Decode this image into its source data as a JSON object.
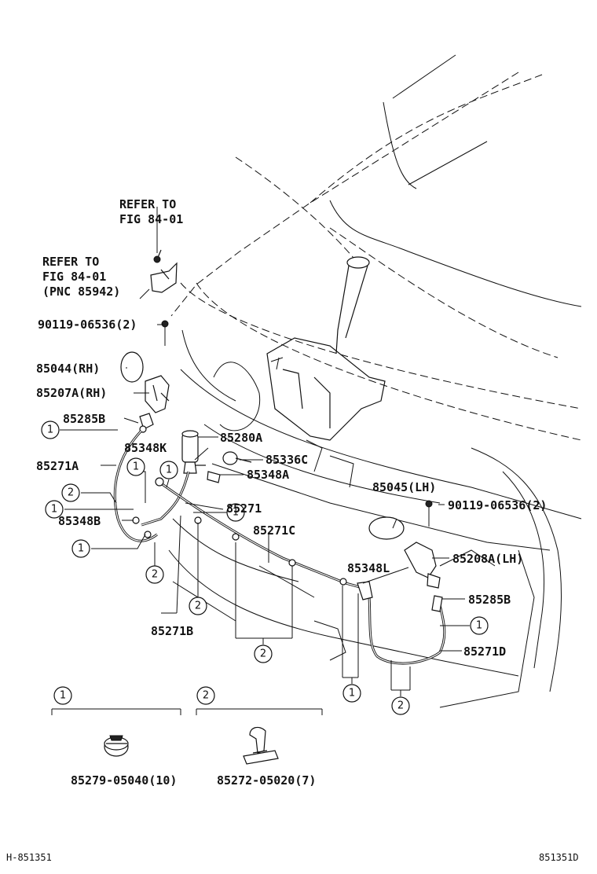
{
  "refer_top": {
    "line1": "REFER TO",
    "line2": "FIG 84-01"
  },
  "refer_left": {
    "line1": "REFER TO",
    "line2": "FIG 84-01",
    "line3": "(PNC 85942)"
  },
  "labels": {
    "bolt_rh": "90119-06536(2)",
    "cover_rh": "85044(RH)",
    "nozzle_rh": "85207A(RH)",
    "valve_rh": "85285B",
    "pump": "85280A",
    "joint_k": "85348K",
    "grommet": "85336C",
    "joint_a": "85348A",
    "hose_a": "85271A",
    "hose_main": "85271",
    "joint_b": "85348B",
    "hose_c": "85271C",
    "cover_lh": "85045(LH)",
    "bolt_lh": "90119-06536(2)",
    "joint_l": "85348L",
    "nozzle_lh": "85208A(LH)",
    "valve_lh": "85285B",
    "hose_d": "85271D",
    "hose_b": "85271B",
    "clamp_part": "85279-05040(10)",
    "clip_part": "85272-05020(7)"
  },
  "callouts": {
    "one": "1",
    "two": "2"
  },
  "footer": {
    "left": "H-851351",
    "right": "851351D"
  }
}
